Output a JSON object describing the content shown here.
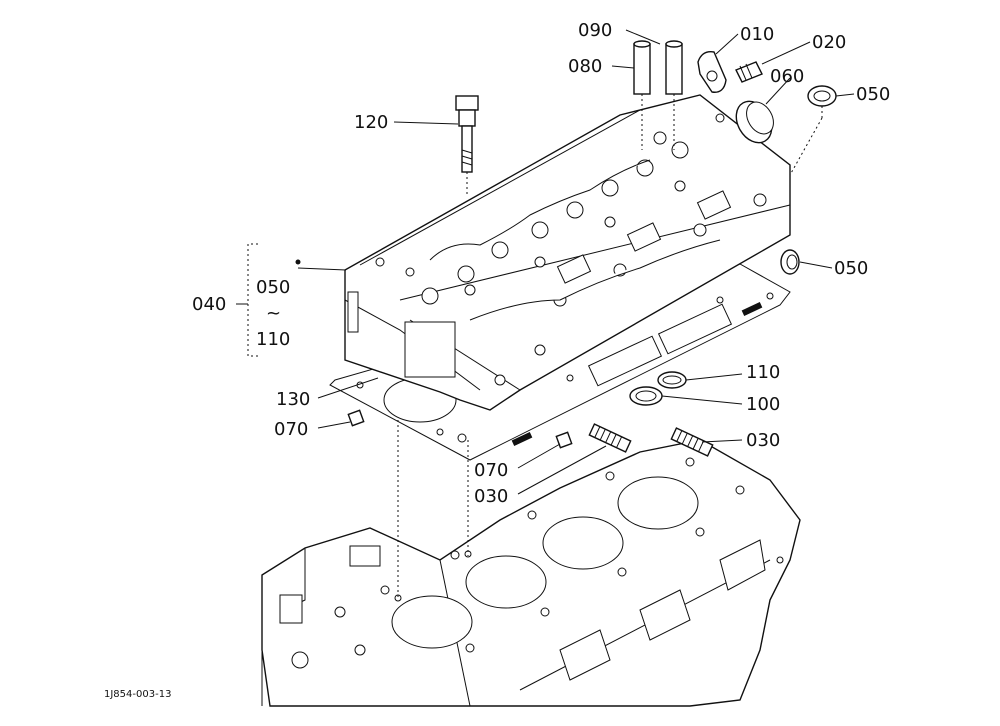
{
  "figure_code": "1J854-003-13",
  "parts": {
    "p010": "010",
    "p020": "020",
    "p030a": "030",
    "p030b": "030",
    "p040": "040",
    "p050a": "050",
    "p050b": "050",
    "p060": "060",
    "p070a": "070",
    "p070b": "070",
    "p080": "080",
    "p090": "090",
    "p100": "100",
    "p110": "110",
    "p120": "120",
    "p130": "130"
  },
  "range_bracket": {
    "from": "050",
    "tilde": "~",
    "to": "110"
  }
}
